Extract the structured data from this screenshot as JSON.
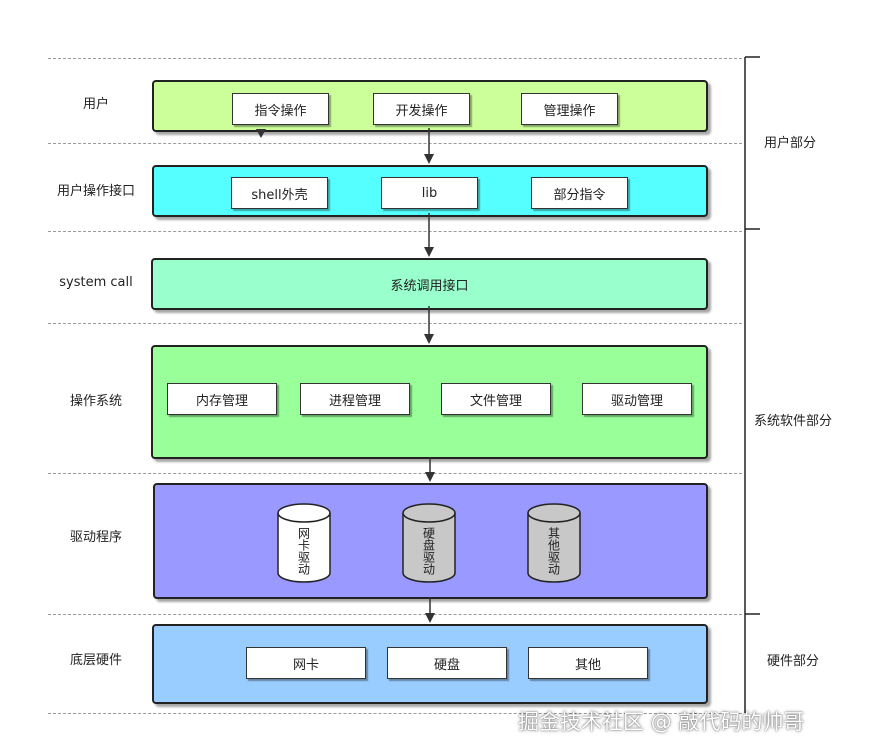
{
  "rows": [
    {
      "label": "用户",
      "items": [
        "指令操作",
        "开发操作",
        "管理操作"
      ],
      "color": "#ccff99"
    },
    {
      "label": "用户操作接口",
      "items": [
        "shell外壳",
        "lib",
        "部分指令"
      ],
      "color": "#55ffff"
    },
    {
      "label": "system call",
      "center": "系统调用接口",
      "color": "#99ffcc"
    },
    {
      "label": "操作系统",
      "items": [
        "内存管理",
        "进程管理",
        "文件管理",
        "驱动管理"
      ],
      "color": "#99ff99"
    },
    {
      "label": "驱动程序",
      "drivers": [
        "网卡驱动",
        "硬盘驱动",
        "其他驱动"
      ],
      "color": "#9999ff"
    },
    {
      "label": "底层硬件",
      "items": [
        "网卡",
        "硬盘",
        "其他"
      ],
      "color": "#99ccff"
    }
  ],
  "side_groups": [
    {
      "label": "用户部分"
    },
    {
      "label": "系统软件部分"
    },
    {
      "label": "硬件部分"
    }
  ],
  "watermark": "掘金技术社区 @ 敲代码的帅哥",
  "colors": {
    "cylinder_white": "#ffffff",
    "cylinder_gray": "#c8c8c8",
    "border": "#222222"
  }
}
